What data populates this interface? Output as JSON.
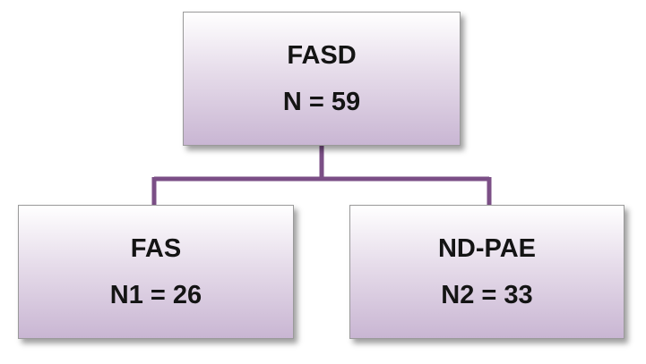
{
  "nodes": {
    "root": {
      "title": "FASD",
      "count": "N = 59"
    },
    "left": {
      "title": "FAS",
      "count": "N1 = 26"
    },
    "right": {
      "title": "ND-PAE",
      "count": "N2 = 33"
    }
  },
  "colors": {
    "connector": "#7b4f86",
    "box_fill_top": "#ffffff",
    "box_fill_bottom": "#c9b6d3",
    "box_border": "#9a9a9a",
    "text": "#141414"
  }
}
